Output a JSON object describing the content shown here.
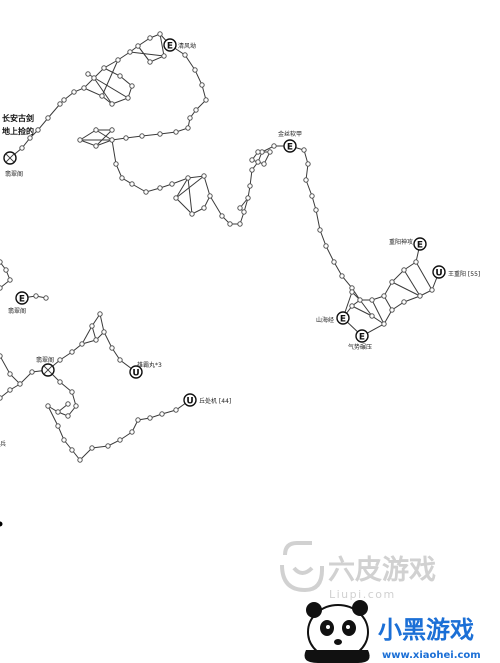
{
  "map": {
    "note_lines": [
      "长安古剑",
      "地上捡的"
    ],
    "labels": {
      "fengyue": "清风坳",
      "jinsi": "金丝软甲",
      "chongyang": "重阳神攻",
      "wang": "王重阳 [55]",
      "shanhai": "山海经",
      "qiye": "气势碾压",
      "chuyang1": "翡翠阁",
      "chuyang2": "翡翠阁",
      "chuyang3": "翡翠阁",
      "jiuguan": "雄霸丸*3",
      "qiu": "丘处机 [44]",
      "edge": "兵"
    },
    "marker_letters": {
      "e": "E",
      "u": "U"
    }
  },
  "watermarks": {
    "liupi_name": "六皮游戏",
    "liupi_url": "Liupi.com",
    "xiaohei_name": "小黑游戏",
    "xiaohei_url": "www.xiaohei.com"
  },
  "colors": {
    "xiaohei_blue": "#1b6fd6",
    "xiaohei_purple": "#8a2be2",
    "liupi_gray": "#c9c9c9"
  },
  "icons": [
    "enemy-e-marker-icon",
    "quest-u-marker-icon",
    "crossed-circle-marker-icon",
    "panda-mascot-icon",
    "liupi-logo-icon"
  ]
}
